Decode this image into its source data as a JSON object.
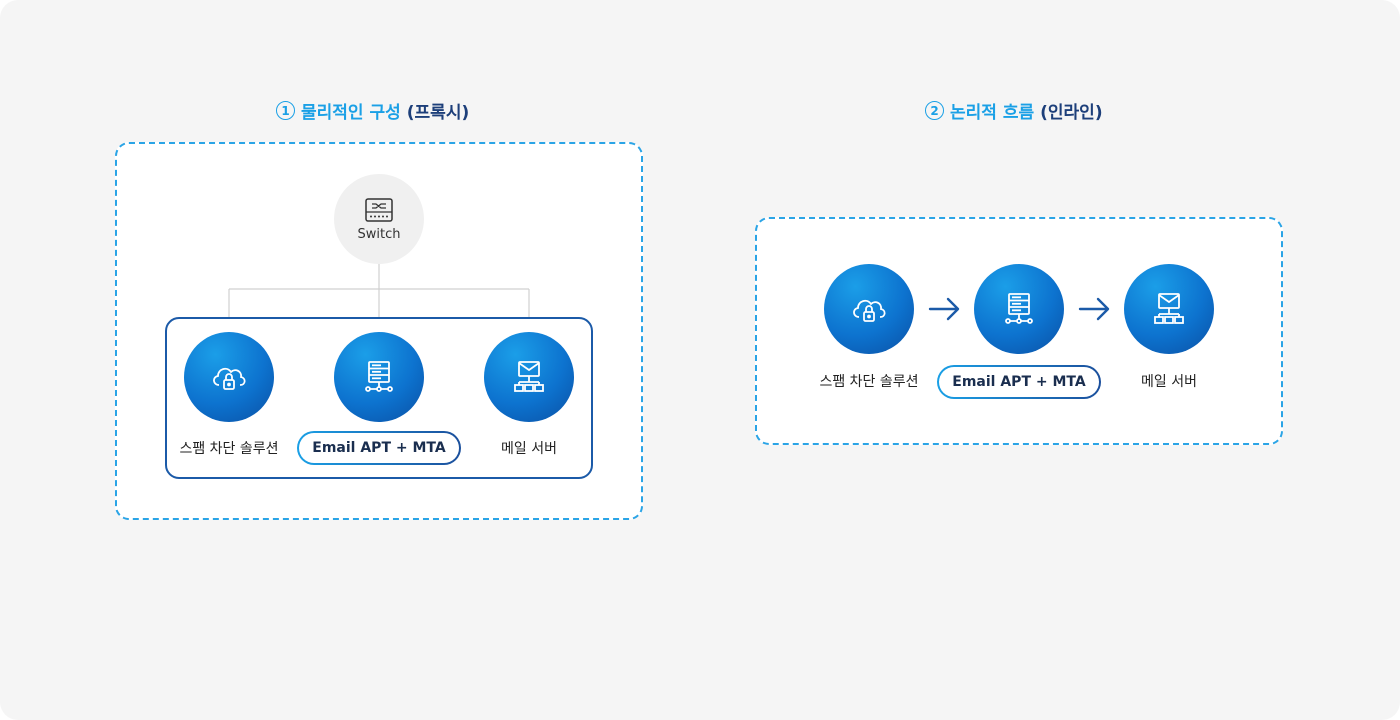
{
  "section1": {
    "num": "1",
    "title": "물리적인 구성",
    "title_paren": "(프록시)",
    "switch_label": "Switch",
    "nodes": [
      {
        "label": "스팸 차단 솔루션",
        "icon": "cloud-lock-icon"
      },
      {
        "label": "Email APT + MTA",
        "icon": "server-icon"
      },
      {
        "label": "메일 서버",
        "icon": "mail-network-icon"
      }
    ]
  },
  "section2": {
    "num": "2",
    "title": "논리적 흐름",
    "title_paren": "(인라인)",
    "nodes": [
      {
        "label": "스팸 차단 솔루션",
        "icon": "cloud-lock-icon"
      },
      {
        "label": "Email APT + MTA",
        "icon": "server-icon"
      },
      {
        "label": "메일 서버",
        "icon": "mail-network-icon"
      }
    ],
    "arrow_icon": "arrow-right-icon"
  },
  "colors": {
    "accent": "#1aa0e6",
    "navy": "#1b5aa8",
    "heading": "#1d3f7a",
    "background": "#f5f5f5"
  }
}
